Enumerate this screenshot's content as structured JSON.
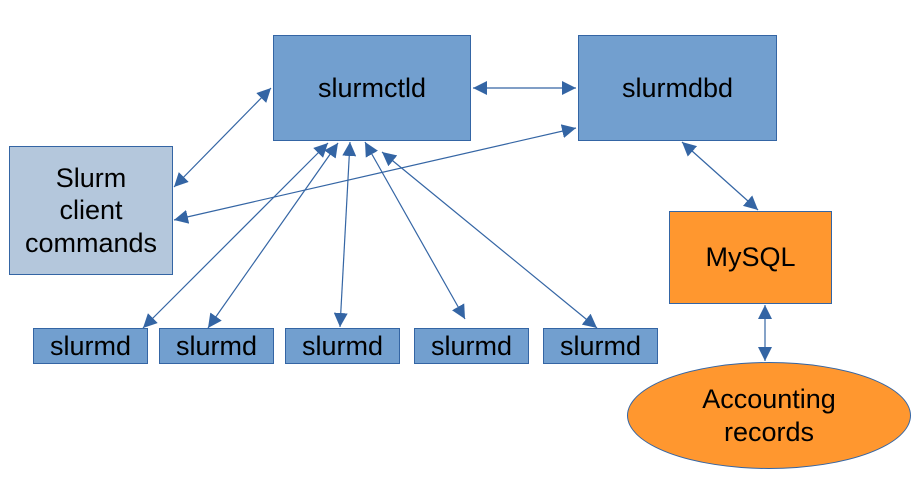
{
  "diagram": {
    "nodes": {
      "slurmctld": {
        "label": "slurmctld",
        "color": "#729fcf"
      },
      "slurmdbd": {
        "label": "slurmdbd",
        "color": "#729fcf"
      },
      "clients": {
        "label": "Slurm\nclient\ncommands",
        "color": "#b4c7dc"
      },
      "mysql": {
        "label": "MySQL",
        "color": "#ff972f"
      },
      "accounting": {
        "label": "Accounting\nrecords",
        "color": "#ff972f",
        "shape": "ellipse"
      },
      "slurmd": [
        {
          "label": "slurmd"
        },
        {
          "label": "slurmd"
        },
        {
          "label": "slurmd"
        },
        {
          "label": "slurmd"
        },
        {
          "label": "slurmd"
        }
      ]
    },
    "edges": [
      {
        "from": "slurmctld",
        "to": "slurmdbd",
        "direction": "bidirectional"
      },
      {
        "from": "slurmctld",
        "to": "clients",
        "direction": "bidirectional"
      },
      {
        "from": "slurmdbd",
        "to": "clients",
        "direction": "bidirectional"
      },
      {
        "from": "slurmdbd",
        "to": "mysql",
        "direction": "bidirectional"
      },
      {
        "from": "mysql",
        "to": "accounting",
        "direction": "bidirectional"
      },
      {
        "from": "slurmctld",
        "to": "slurmd-1",
        "direction": "bidirectional"
      },
      {
        "from": "slurmctld",
        "to": "slurmd-2",
        "direction": "bidirectional"
      },
      {
        "from": "slurmctld",
        "to": "slurmd-3",
        "direction": "bidirectional"
      },
      {
        "from": "slurmctld",
        "to": "slurmd-4",
        "direction": "bidirectional"
      },
      {
        "from": "slurmctld",
        "to": "slurmd-5",
        "direction": "bidirectional"
      }
    ],
    "edge_color": "#3465a4"
  }
}
